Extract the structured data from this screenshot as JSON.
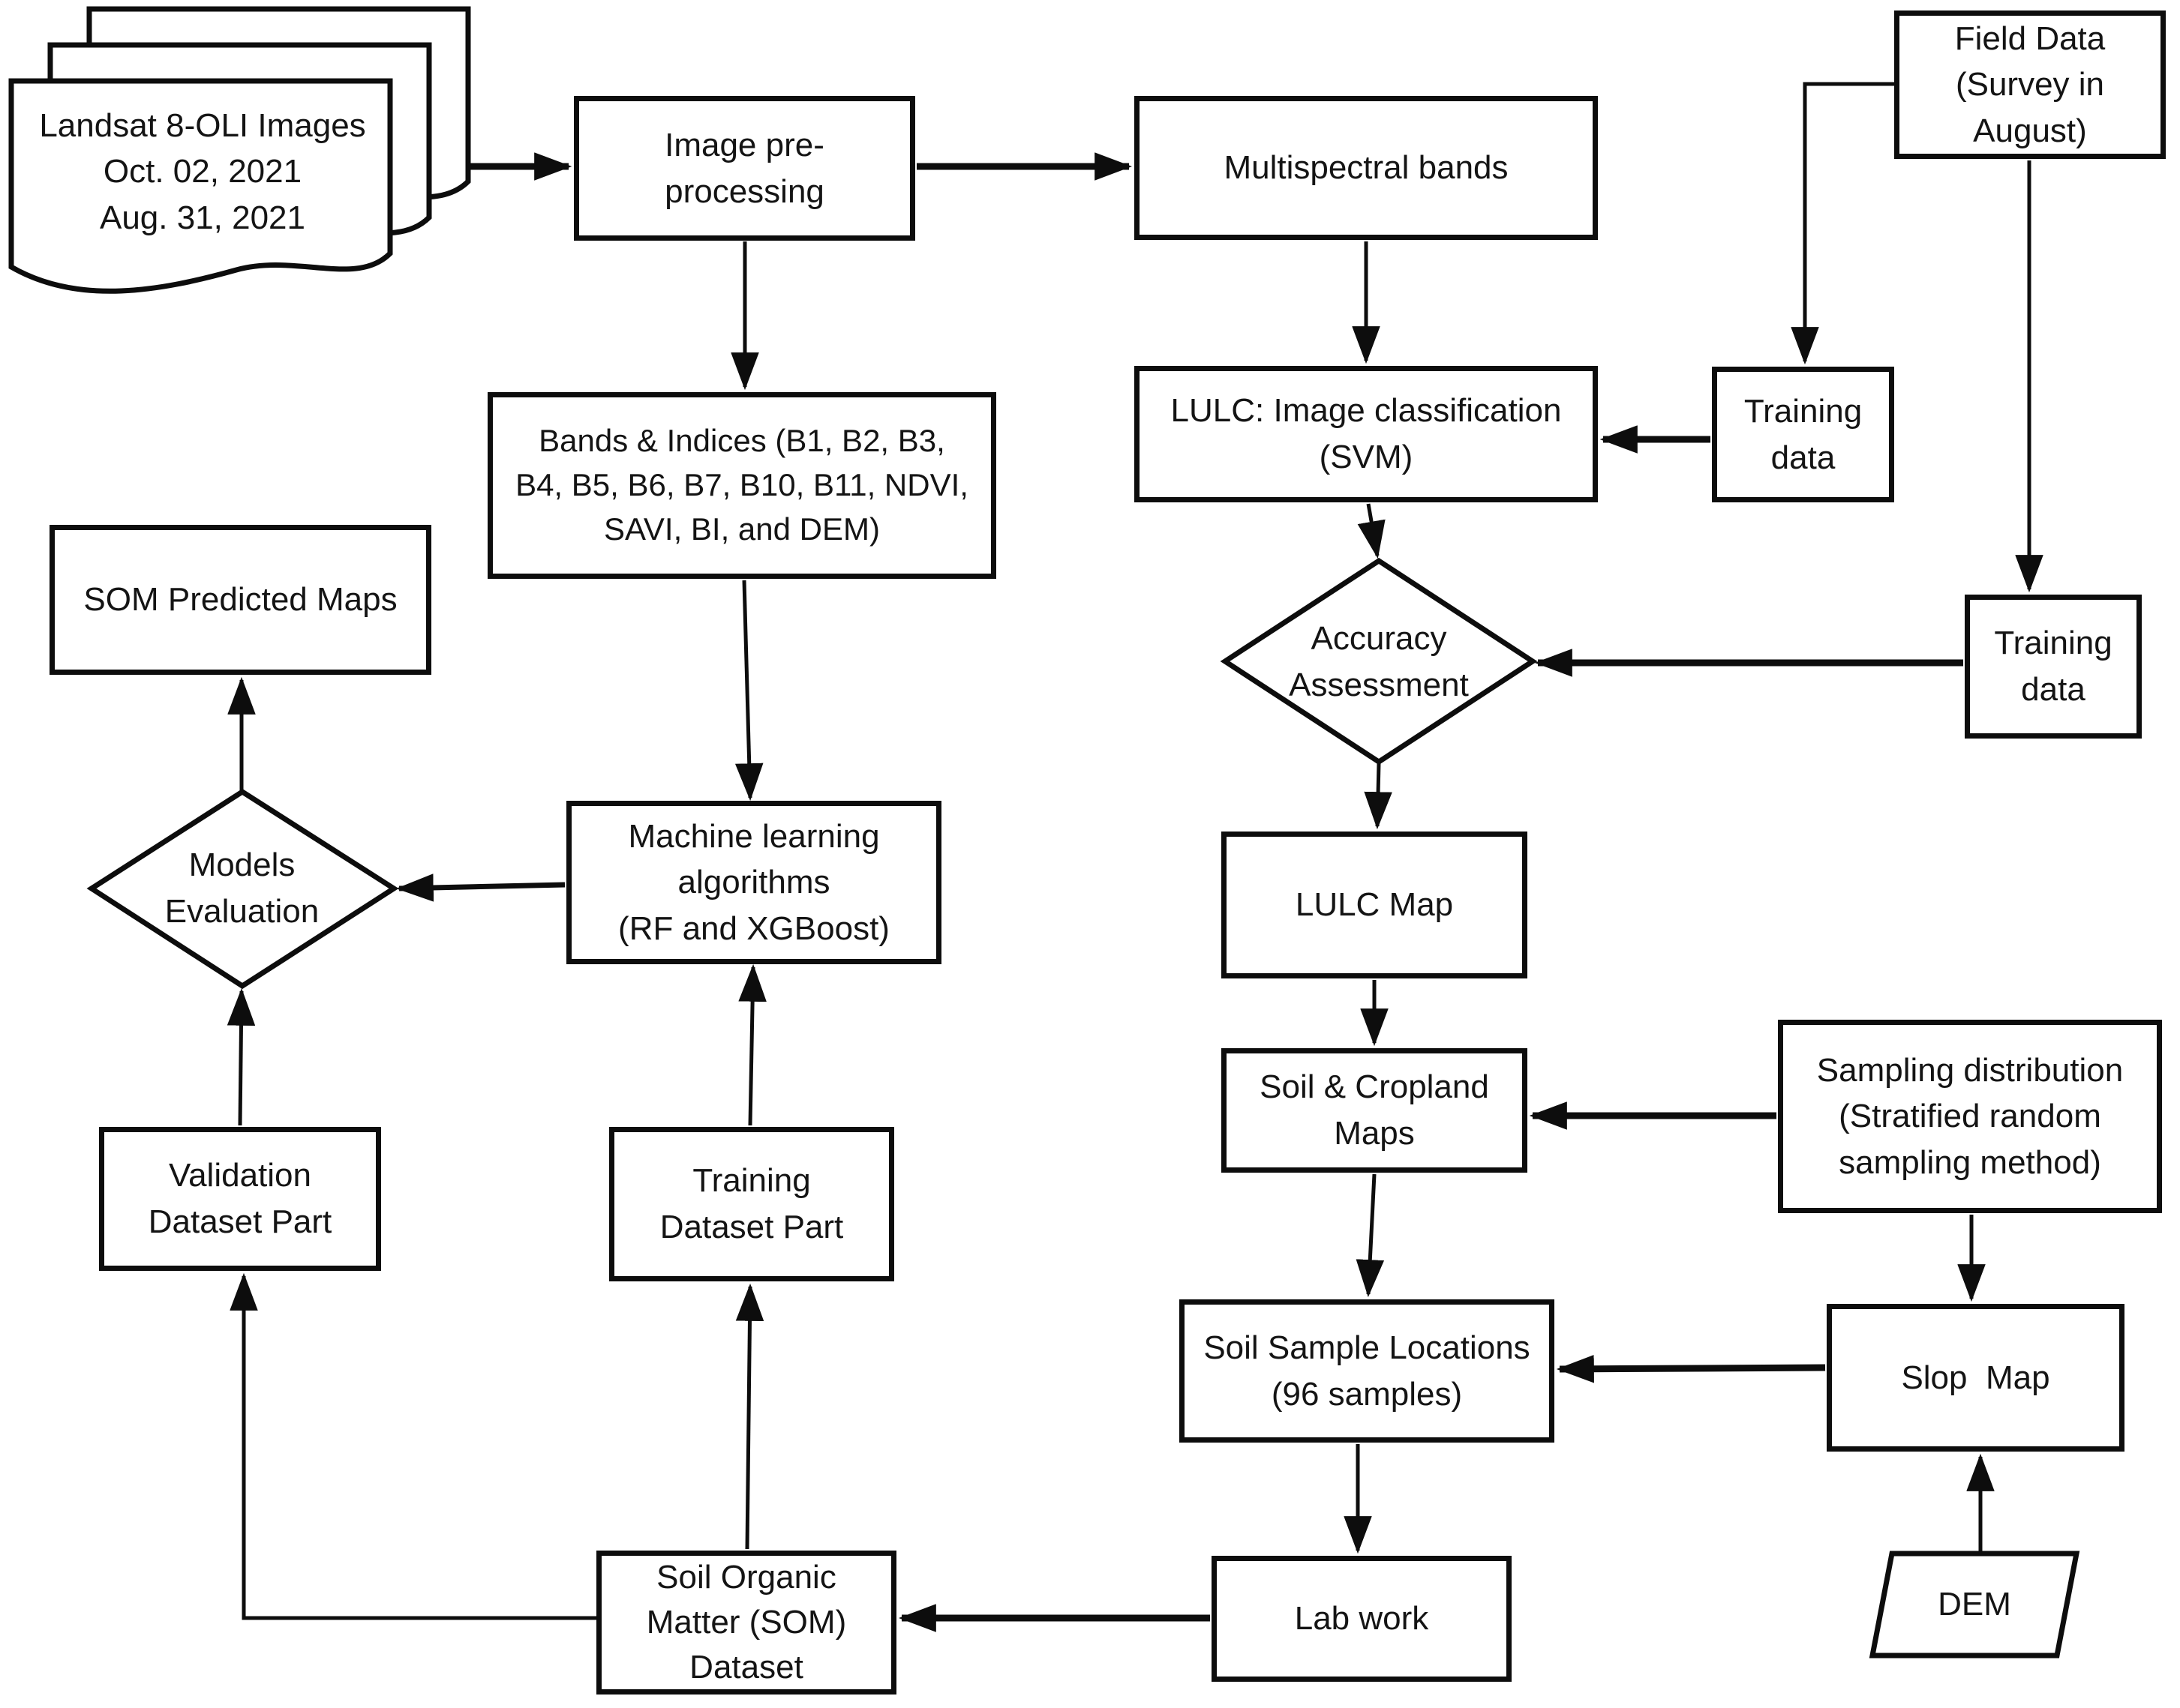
{
  "colors": {
    "line": "#0d0d0d",
    "background": "#ffffff",
    "text": "#141414"
  },
  "nodes": {
    "landsat": {
      "shape": "document-stack",
      "label": "Landsat 8-OLI Images\nOct. 02, 2021\nAug. 31, 2021"
    },
    "image_preprocessing": {
      "shape": "rect",
      "label": "Image pre-\nprocessing"
    },
    "multispectral": {
      "shape": "rect",
      "label": "Multispectral bands"
    },
    "field_data": {
      "shape": "rect",
      "label": "Field Data\n(Survey in\nAugust)"
    },
    "training_data_1": {
      "shape": "rect",
      "label": "Training\ndata"
    },
    "lulc_classification": {
      "shape": "rect",
      "label": "LULC: Image classification\n(SVM)"
    },
    "bands_indices": {
      "shape": "rect",
      "label": "Bands & Indices (B1, B2, B3,\nB4, B5, B6, B7, B10, B11, NDVI,\nSAVI, BI, and DEM)"
    },
    "accuracy_assessment": {
      "shape": "diamond",
      "label": "Accuracy\nAssessment"
    },
    "training_data_2": {
      "shape": "rect",
      "label": "Training\ndata"
    },
    "lulc_map": {
      "shape": "rect",
      "label": "LULC Map"
    },
    "soil_cropland_maps": {
      "shape": "rect",
      "label": "Soil & Cropland\nMaps"
    },
    "sampling_distribution": {
      "shape": "rect",
      "label": "Sampling distribution\n(Stratified random\nsampling method)"
    },
    "soil_sample_locations": {
      "shape": "rect",
      "label": "Soil Sample Locations\n(96 samples)"
    },
    "slop_map": {
      "shape": "rect",
      "label": "Slop  Map"
    },
    "dem": {
      "shape": "parallelogram",
      "label": "DEM"
    },
    "lab_work": {
      "shape": "rect",
      "label": "Lab work"
    },
    "som_dataset": {
      "shape": "rect",
      "label": "Soil Organic\nMatter (SOM)\nDataset"
    },
    "training_dataset_part": {
      "shape": "rect",
      "label": "Training\nDataset Part"
    },
    "validation_dataset_part": {
      "shape": "rect",
      "label": "Validation\nDataset Part"
    },
    "models_evaluation": {
      "shape": "diamond",
      "label": "Models\nEvaluation"
    },
    "som_predicted_maps": {
      "shape": "rect",
      "label": "SOM Predicted Maps"
    }
  },
  "edges": [
    {
      "from": "landsat",
      "to": "image_preprocessing"
    },
    {
      "from": "image_preprocessing",
      "to": "multispectral"
    },
    {
      "from": "image_preprocessing",
      "to": "bands_indices"
    },
    {
      "from": "multispectral",
      "to": "lulc_classification"
    },
    {
      "from": "field_data",
      "to": "training_data_1"
    },
    {
      "from": "field_data",
      "to": "training_data_2"
    },
    {
      "from": "training_data_1",
      "to": "lulc_classification"
    },
    {
      "from": "lulc_classification",
      "to": "accuracy_assessment"
    },
    {
      "from": "training_data_2",
      "to": "accuracy_assessment"
    },
    {
      "from": "accuracy_assessment",
      "to": "lulc_map"
    },
    {
      "from": "lulc_map",
      "to": "soil_cropland_maps"
    },
    {
      "from": "sampling_distribution",
      "to": "soil_cropland_maps"
    },
    {
      "from": "sampling_distribution",
      "to": "slop_map"
    },
    {
      "from": "soil_cropland_maps",
      "to": "soil_sample_locations"
    },
    {
      "from": "slop_map",
      "to": "soil_sample_locations"
    },
    {
      "from": "dem",
      "to": "slop_map"
    },
    {
      "from": "soil_sample_locations",
      "to": "lab_work"
    },
    {
      "from": "lab_work",
      "to": "som_dataset"
    },
    {
      "from": "som_dataset",
      "to": "training_dataset_part"
    },
    {
      "from": "som_dataset",
      "to": "validation_dataset_part"
    },
    {
      "from": "training_dataset_part",
      "to": "machine_learning"
    },
    {
      "from": "bands_indices",
      "to": "machine_learning"
    },
    {
      "from": "machine_learning",
      "to": "models_evaluation"
    },
    {
      "from": "validation_dataset_part",
      "to": "models_evaluation"
    },
    {
      "from": "models_evaluation",
      "to": "som_predicted_maps"
    }
  ],
  "machine_learning_label": "Machine learning\nalgorithms\n(RF and XGBoost)"
}
